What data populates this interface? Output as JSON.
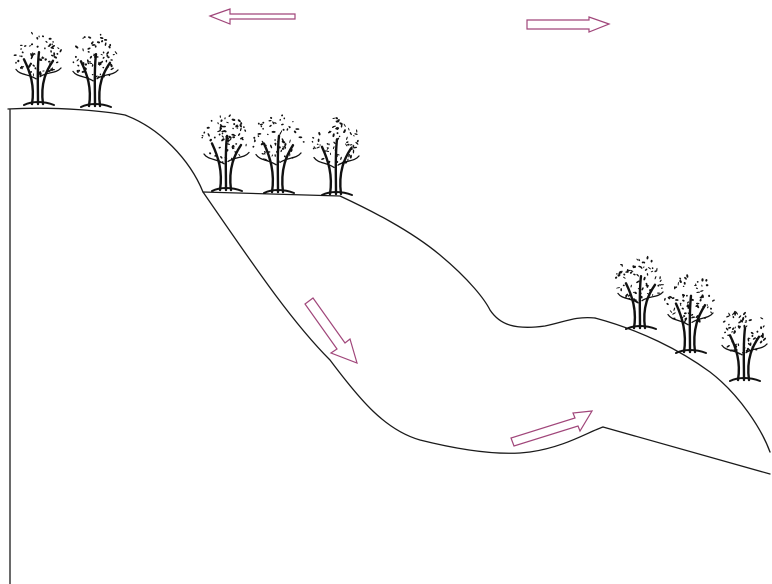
{
  "colors": {
    "background": "#ffffff",
    "line": "#1a1a1a",
    "arrow": "#a0467a",
    "tree": "#111111"
  },
  "diagram": {
    "type": "landslide cross-section sketch",
    "arrows": [
      {
        "id": "arrow-top-left",
        "direction": "left"
      },
      {
        "id": "arrow-top-right",
        "direction": "right"
      },
      {
        "id": "arrow-slope-down",
        "direction": "down-right"
      },
      {
        "id": "arrow-toe-up",
        "direction": "up-right"
      }
    ],
    "tree_groups": [
      {
        "id": "tree-group-upper-left",
        "count": 2
      },
      {
        "id": "tree-group-middle",
        "count": 3
      },
      {
        "id": "tree-group-right",
        "count": 3
      }
    ]
  }
}
